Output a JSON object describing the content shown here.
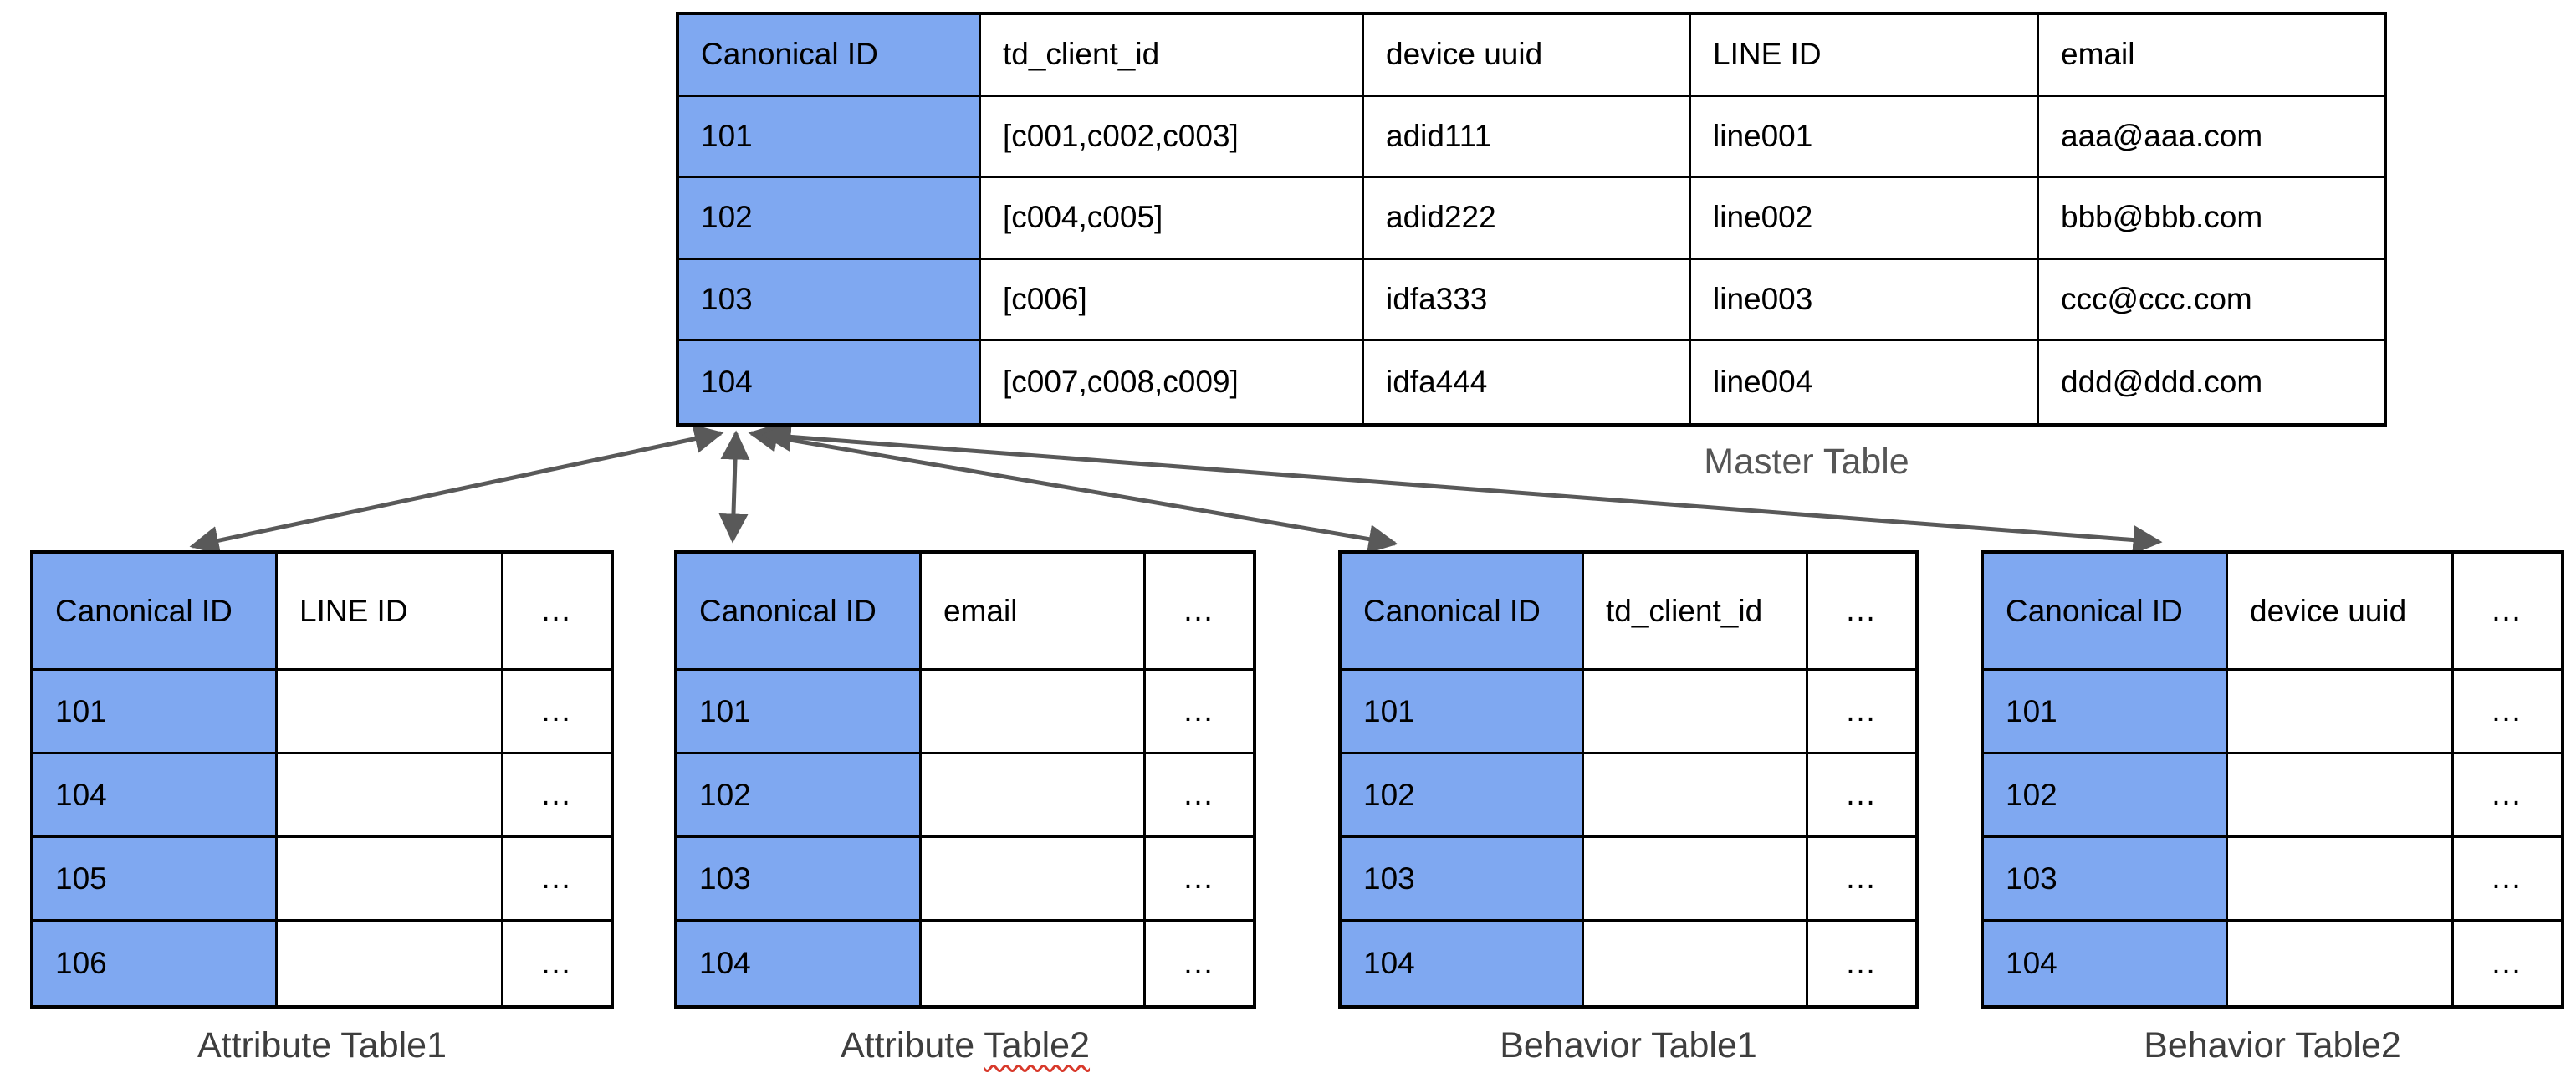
{
  "ellipsis": "…",
  "colors": {
    "header_blue": "#7fa8f1",
    "table_border": "#000000",
    "arrow_gray": "#595959",
    "caption_gray": "#3e3e3e",
    "master_caption_gray": "#565656",
    "spellcheck_red": "#d8392b"
  },
  "master_table": {
    "label": "Master Table",
    "columns": [
      "Canonical ID",
      "td_client_id",
      "device uuid",
      "LINE ID",
      "email"
    ],
    "rows": [
      [
        "101",
        "[c001,c002,c003]",
        "adid111",
        "line001",
        "aaa@aaa.com"
      ],
      [
        "102",
        "[c004,c005]",
        "adid222",
        "line002",
        "bbb@bbb.com"
      ],
      [
        "103",
        "[c006]",
        "idfa333",
        "line003",
        "ccc@ccc.com"
      ],
      [
        "104",
        "[c007,c008,c009]",
        "idfa444",
        "line004",
        "ddd@ddd.com"
      ]
    ]
  },
  "sub_tables": [
    {
      "label_plain": "Attribute Table1",
      "label_squiggle": "",
      "columns": [
        "Canonical ID",
        "LINE ID",
        "…"
      ],
      "ids": [
        "101",
        "104",
        "105",
        "106"
      ]
    },
    {
      "label_plain": "Attribute ",
      "label_squiggle": "Table2",
      "columns": [
        "Canonical ID",
        "email",
        "…"
      ],
      "ids": [
        "101",
        "102",
        "103",
        "104"
      ]
    },
    {
      "label_plain": "Behavior Table1",
      "label_squiggle": "",
      "columns": [
        "Canonical ID",
        "td_client_id",
        "…"
      ],
      "ids": [
        "101",
        "102",
        "103",
        "104"
      ]
    },
    {
      "label_plain": "Behavior Table2",
      "label_squiggle": "",
      "columns": [
        "Canonical ID",
        "device uuid",
        "…"
      ],
      "ids": [
        "101",
        "102",
        "103",
        "104"
      ]
    }
  ]
}
